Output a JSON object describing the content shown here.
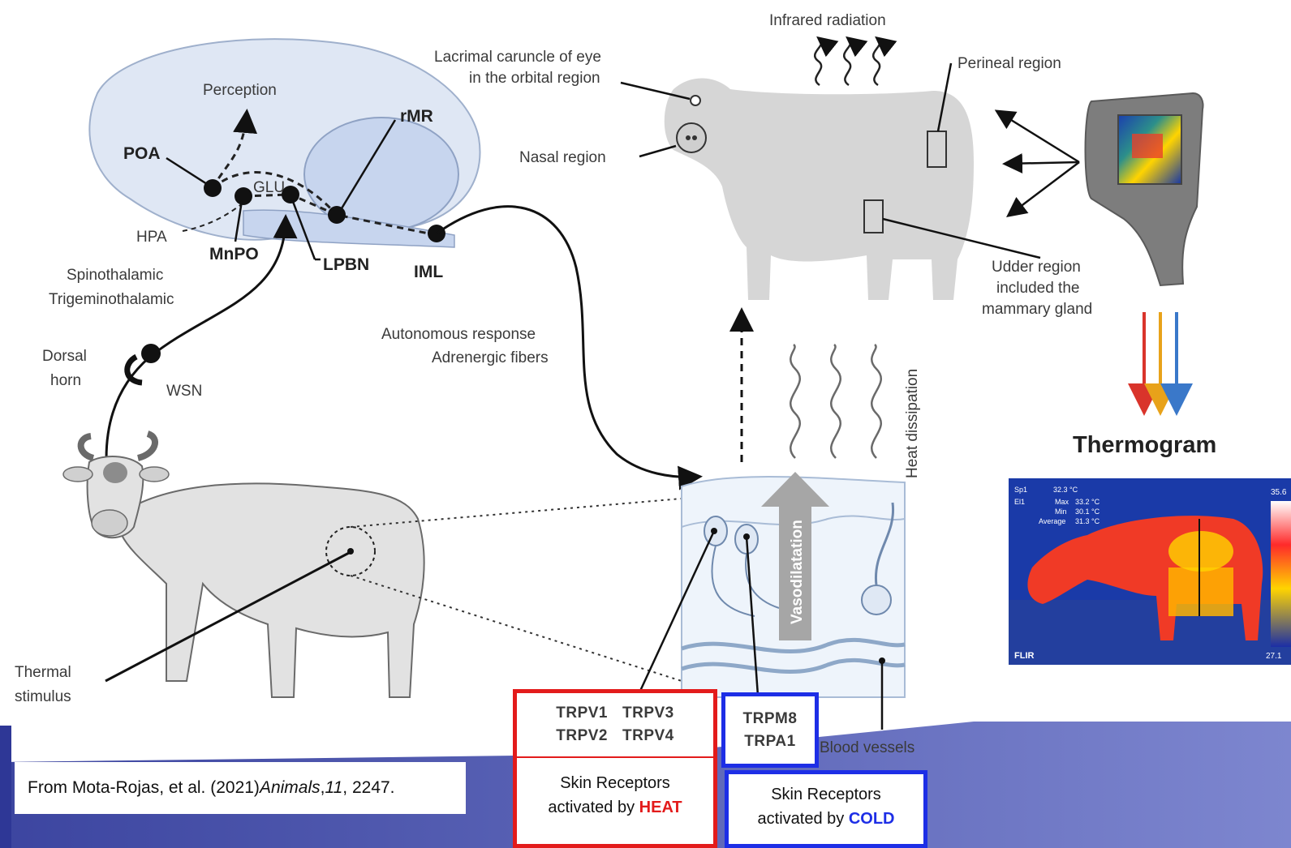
{
  "labels": {
    "perception": "Perception",
    "poa": "POA",
    "rmr": "rMR",
    "glu": "GLU",
    "hpa": "HPA",
    "mnpo": "MnPO",
    "lpbn": "LPBN",
    "iml": "IML",
    "spinothalamic": "Spinothalamic",
    "trigeminothalamic": "Trigeminothalamic",
    "dorsal": "Dorsal",
    "horn": "horn",
    "wsn": "WSN",
    "autonomous": "Autonomous response",
    "adrenergic": "Adrenergic fibers",
    "thermal": "Thermal",
    "stimulus": "stimulus",
    "infrared": "Infrared radiation",
    "lacrimal1": "Lacrimal caruncle of eye",
    "lacrimal2": "in the orbital region",
    "nasal": "Nasal region",
    "perineal": "Perineal region",
    "udder1": "Udder region",
    "udder2": "included the",
    "udder3": "mammary gland",
    "heat_dissipation": "Heat dissipation",
    "vasodilatation": "Vasodilatation",
    "thermogram": "Thermogram",
    "blood_vessels": "Blood vessels",
    "flir": "FLIR",
    "therm_sp1": "Sp1",
    "therm_el1": "El1",
    "therm_t1": "32.3 °C",
    "therm_max": "Max",
    "therm_min": "Min",
    "therm_avg": "Average",
    "therm_t2": "33.2 °C",
    "therm_t3": "30.1 °C",
    "therm_t4": "31.3 °C",
    "scale_top": "35.6",
    "scale_bottom": "27.1"
  },
  "receptors": {
    "heat_row1a": "TRPV1",
    "heat_row1b": "TRPV3",
    "heat_row2a": "TRPV2",
    "heat_row2b": "TRPV4",
    "cold_row1": "TRPM8",
    "cold_row2": "TRPA1"
  },
  "captions": {
    "heat_line1": "Skin Receptors",
    "heat_line2": "activated by",
    "heat_word": "HEAT",
    "cold_line1": "Skin Receptors",
    "cold_line2": "activated by",
    "cold_word": "COLD"
  },
  "citation": {
    "prefix": "From Mota-Rojas, et al. (2021) ",
    "journal": "Animals",
    "sep1": ", ",
    "volume": "11",
    "rest": ", 2247."
  },
  "colors": {
    "heat": "#e31b1b",
    "cold": "#1d2ee6",
    "slide_band": "#5b63b8",
    "brain": "#dde6f3",
    "cattle": "#d4d4d4",
    "camera": "#8a8a8a"
  }
}
